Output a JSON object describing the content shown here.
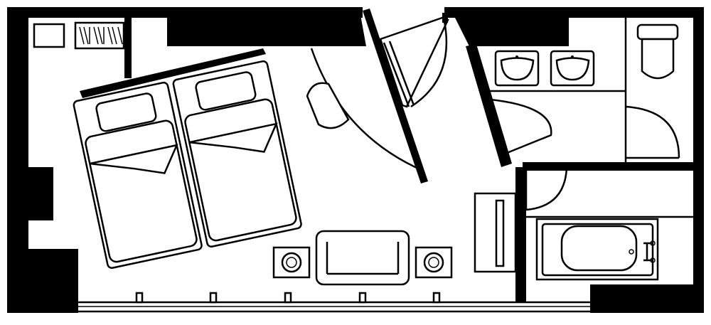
{
  "colors": {
    "wall": "#000000",
    "floor": "#ffffff"
  },
  "rooms": [
    "bedroom",
    "washroom",
    "toilet",
    "bathroom"
  ],
  "furniture": [
    "wardrobe",
    "twin-beds",
    "chair",
    "sofa",
    "side-tables",
    "tv-stand",
    "sinks",
    "toilet",
    "bathtub"
  ]
}
